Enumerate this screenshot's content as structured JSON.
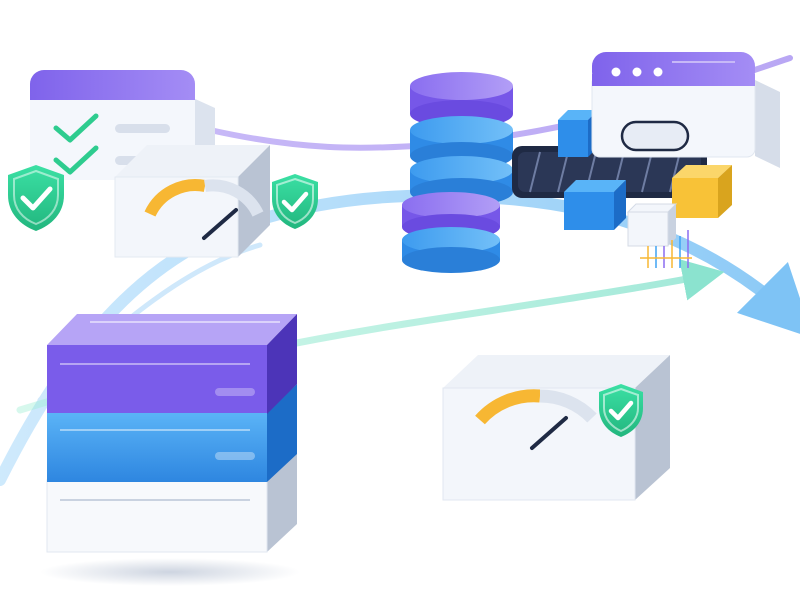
{
  "scene": {
    "description_free": true,
    "palette": {
      "purple": "#8B6CF0",
      "purple_dark": "#5B3FC4",
      "blue": "#3FA3F2",
      "blue_dark": "#1E6FC4",
      "green_check": "#2ECC8F",
      "gauge_orange": "#F7B733",
      "gauge_gray": "#DCE3EE",
      "box_white": "#F3F6FB",
      "box_side": "#C9D2E0",
      "navy": "#1F2A44",
      "gold": "#F8C237"
    },
    "gauges": [
      {
        "id": "small",
        "level_percent": 45
      },
      {
        "id": "large",
        "level_percent": 45
      }
    ],
    "icons": [
      "checklist-window-icon",
      "shield-check-icon",
      "gauge-icon",
      "database-icon",
      "browser-window-icon",
      "conveyor-belt-icon",
      "cube-icon",
      "server-stack-icon"
    ]
  }
}
